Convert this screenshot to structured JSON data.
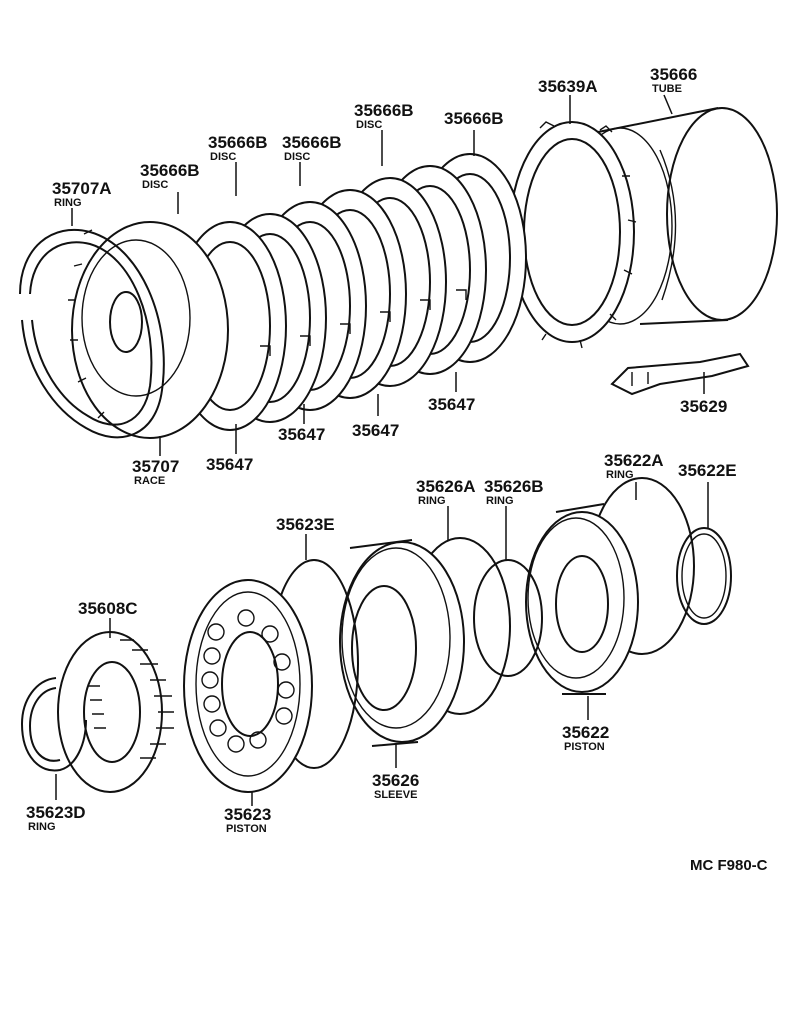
{
  "labels": {
    "p35666_tube": {
      "number": "35666",
      "name": "TUBE"
    },
    "p35639A": {
      "number": "35639A"
    },
    "p35666B_a": {
      "number": "35666B",
      "name": "DISC"
    },
    "p35666B_b": {
      "number": "35666B"
    },
    "p35666B_c": {
      "number": "35666B",
      "name": "DISC"
    },
    "p35666B_d": {
      "number": "35666B",
      "name": "DISC"
    },
    "p35666B_e": {
      "number": "35666B",
      "name": "DISC"
    },
    "p35707A": {
      "number": "35707A",
      "name": "RING"
    },
    "p35707": {
      "number": "35707",
      "name": "RACE"
    },
    "p35647_a": {
      "number": "35647"
    },
    "p35647_b": {
      "number": "35647"
    },
    "p35647_c": {
      "number": "35647"
    },
    "p35647_d": {
      "number": "35647"
    },
    "p35629": {
      "number": "35629"
    },
    "p35622A": {
      "number": "35622A",
      "name": "RING"
    },
    "p35622E": {
      "number": "35622E"
    },
    "p35626A": {
      "number": "35626A",
      "name": "RING"
    },
    "p35626B": {
      "number": "35626B",
      "name": "RING"
    },
    "p35623E": {
      "number": "35623E"
    },
    "p35608C": {
      "number": "35608C"
    },
    "p35622": {
      "number": "35622",
      "name": "PISTON"
    },
    "p35626": {
      "number": "35626",
      "name": "SLEEVE"
    },
    "p35623": {
      "number": "35623",
      "name": "PISTON"
    },
    "p35623D": {
      "number": "35623D",
      "name": "RING"
    }
  },
  "figure_code": "MC F980-C"
}
